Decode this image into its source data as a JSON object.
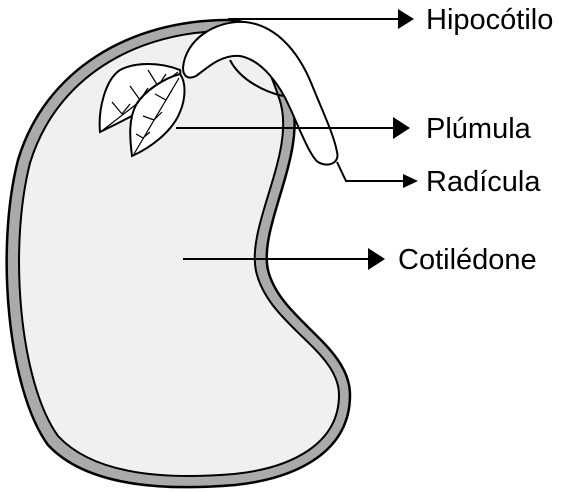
{
  "labels": {
    "hypocotyl": "Hipocótilo",
    "plumule": "Plúmula",
    "radicle": "Radícula",
    "cotyledon": "Cotilédone"
  },
  "colors": {
    "seed_coat": "#aaaaaa",
    "seed_fill": "#f0f0f0",
    "embryo_fill": "#ffffff",
    "stroke": "#000000"
  }
}
